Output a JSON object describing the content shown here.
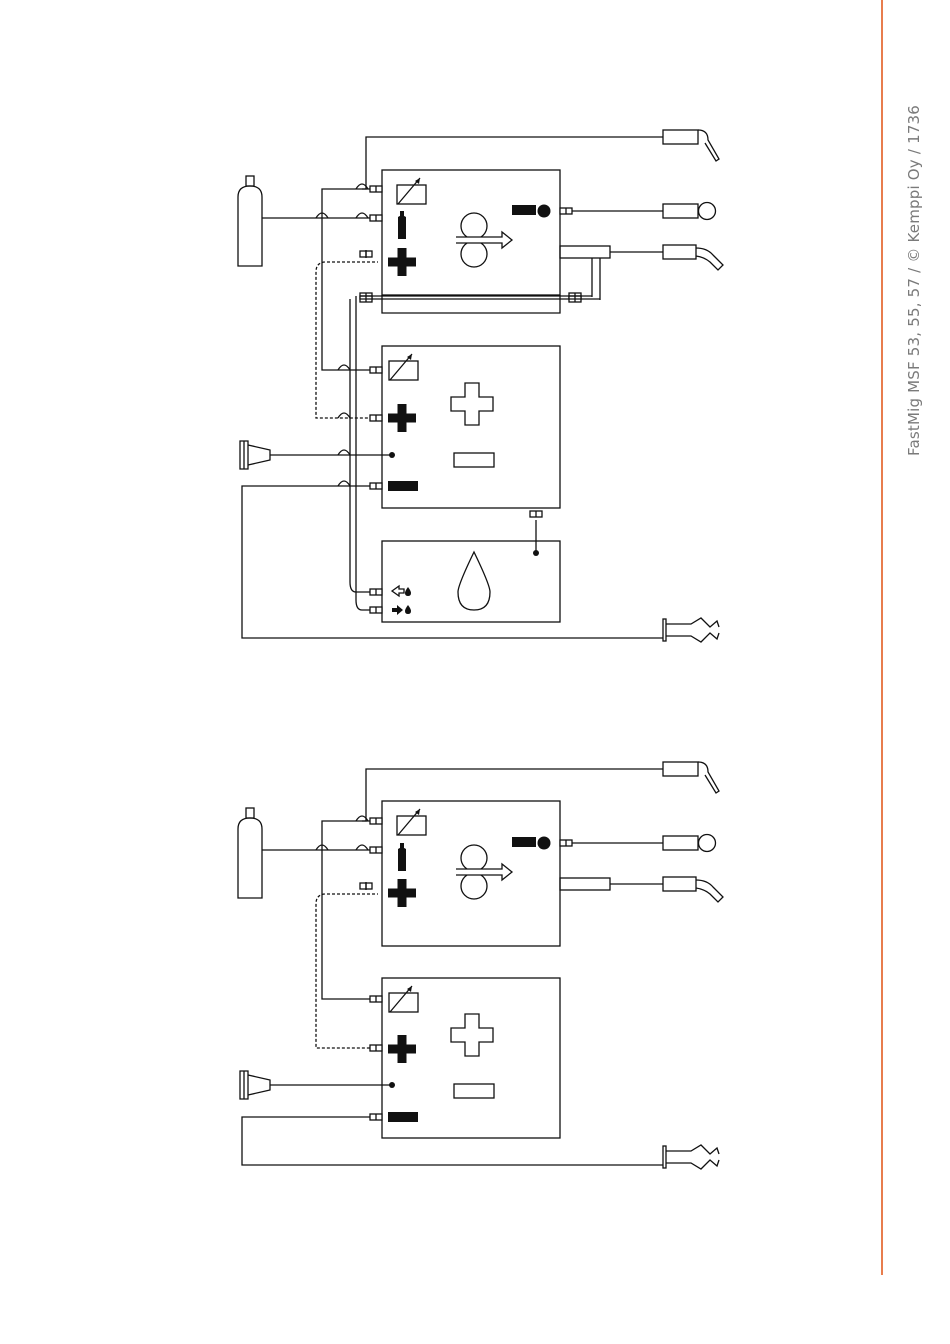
{
  "footer": {
    "text": "FastMig MSF 53, 55, 57 / © Kemppi Oy / 1736"
  },
  "colors": {
    "accent": "#e87d4d",
    "line": "#111111",
    "footer_text": "#7a7a7a"
  },
  "diagrams": [
    {
      "name": "with-cooling-unit",
      "units": [
        "wire-feeder",
        "power-source",
        "cooling-unit"
      ]
    },
    {
      "name": "without-cooling-unit",
      "units": [
        "wire-feeder",
        "power-source"
      ]
    }
  ]
}
